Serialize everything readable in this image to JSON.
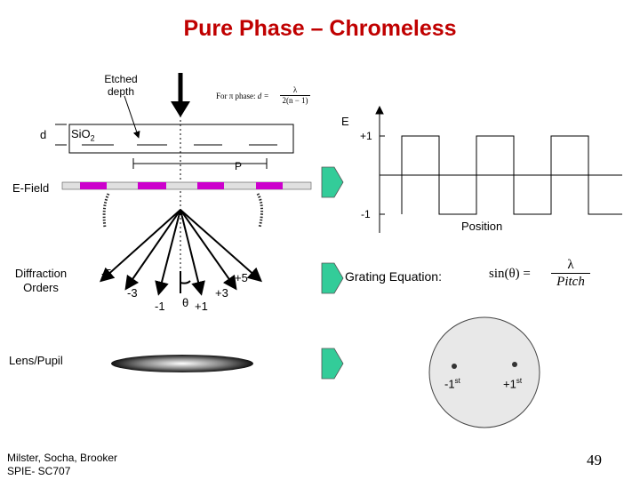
{
  "title": "Pure Phase – Chromeless",
  "mask": {
    "etched_depth_line1": "Etched",
    "etched_depth_line2": "depth",
    "formula_prefix": "For π phase:",
    "formula_lhs": "d =",
    "formula_num": "λ",
    "formula_den": "2(n − 1)",
    "d_label": "d",
    "sio2_label": "SiO",
    "sio2_sub": "2",
    "pitch_label": "P"
  },
  "efield": {
    "label": "E-Field",
    "colors": {
      "magenta": "#cc00cc",
      "light": "#e0e0e0",
      "arrow": "#33cc99"
    }
  },
  "orders": {
    "label_line1": "Diffraction",
    "label_line2": "Orders",
    "labels": [
      "-5",
      "-3",
      "-1",
      "θ",
      "+1",
      "+3",
      "+5"
    ]
  },
  "wave": {
    "e_axis": "E",
    "plus1": "+1",
    "minus1": "-1",
    "position": "Position"
  },
  "grating": {
    "label": "Grating Equation:",
    "lhs": "sin(θ) =",
    "num": "λ",
    "den": "Pitch"
  },
  "lens": {
    "label": "Lens/Pupil",
    "minus1st": "-1",
    "minus1st_sup": "st",
    "plus1st": "+1",
    "plus1st_sup": "st"
  },
  "credit": {
    "line1": "Milster, Socha, Brooker",
    "line2": "SPIE- SC707"
  },
  "page_number": "49"
}
